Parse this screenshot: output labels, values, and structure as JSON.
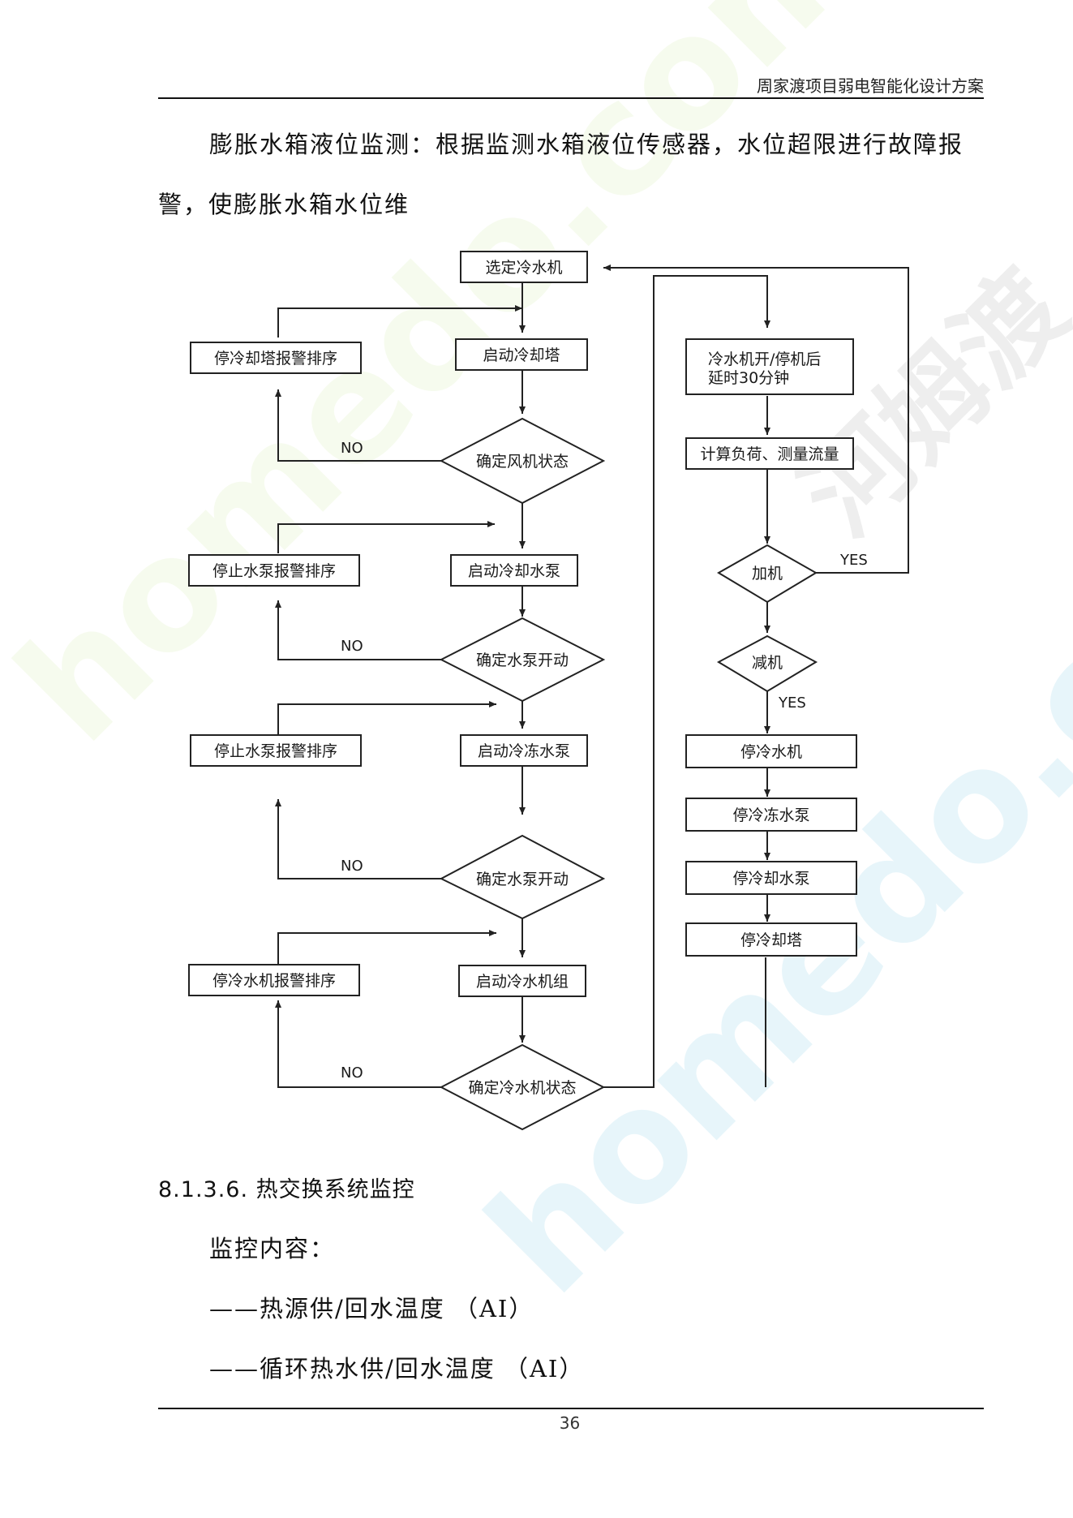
{
  "header": {
    "title": "周家渡项目弱电智能化设计方案"
  },
  "intro": {
    "line1": "膨胀水箱液位监测：根据监测水箱液位传感器，水位超限进行故障报",
    "line2": "警，使膨胀水箱水位维"
  },
  "flowchart": {
    "left": {
      "select_chiller": "选定冷水机",
      "start_cooling_tower": "启动冷却塔",
      "confirm_fan_status": "确定风机状态",
      "stop_cooling_tower_alarm": "停冷却塔报警排序",
      "start_cooling_pump": "启动冷却水泵",
      "confirm_pump_on_1": "确定水泵开动",
      "stop_pump_alarm_1": "停止水泵报警排序",
      "start_chilled_pump": "启动冷冻水泵",
      "confirm_pump_on_2": "确定水泵开动",
      "stop_pump_alarm_2": "停止水泵报警排序",
      "start_chiller_unit": "启动冷水机组",
      "confirm_chiller_status": "确定冷水机状态",
      "stop_chiller_alarm": "停冷水机报警排序"
    },
    "right": {
      "delay_line1": "冷水机开/停机后",
      "delay_line2": "延时30分钟",
      "calc_load": "计算负荷、测量流量",
      "add_unit": "加机",
      "reduce_unit": "减机",
      "stop_chiller": "停冷水机",
      "stop_chilled_pump": "停冷冻水泵",
      "stop_cooling_pump": "停冷却水泵",
      "stop_cooling_tower": "停冷却塔"
    },
    "labels": {
      "no": "NO",
      "yes": "YES"
    }
  },
  "section": {
    "heading": "8.1.3.6. 热交换系统监控",
    "intro": "监控内容：",
    "items": [
      "——热源供/回水温度 （AI）",
      "——循环热水供/回水温度 （AI）"
    ]
  },
  "watermarks": {
    "brand": "homedo.com",
    "brand_cn": "河姆渡"
  },
  "footer": {
    "page_number": "36"
  }
}
